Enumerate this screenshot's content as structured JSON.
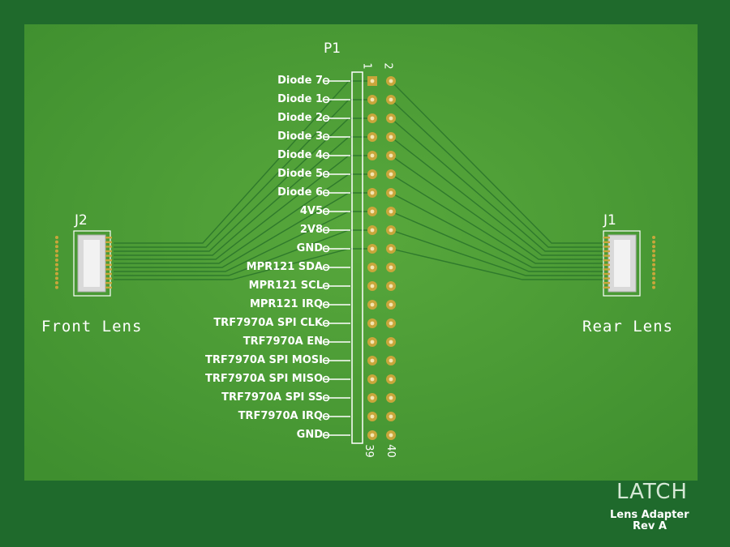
{
  "board": {
    "header_ref": "P1",
    "header_pin_first": "1",
    "header_pin_second": "2",
    "header_pin_last_odd": "39",
    "header_pin_last_even": "40",
    "front_connector_ref": "J2",
    "rear_connector_ref": "J1",
    "front_label": "Front Lens",
    "rear_label": "Rear Lens",
    "logo": "LATCH",
    "product": "Lens Adapter",
    "revision": "Rev A",
    "pin_labels": [
      "Diode 7",
      "Diode 1",
      "Diode 2",
      "Diode 3",
      "Diode 4",
      "Diode 5",
      "Diode 6",
      "4V5",
      "2V8",
      "GND",
      "MPR121 SDA",
      "MPR121 SCL",
      "MPR121 IRQ",
      "TRF7970A SPI CLK",
      "TRF7970A EN",
      "TRF7970A SPI MOSI",
      "TRF7970A SPI MISO",
      "TRF7970A SPI SS",
      "TRF7970A IRQ",
      "GND"
    ],
    "colors": {
      "outer": "#1f6a2c",
      "board": "#4b9b35",
      "trace": "#2f7a2c",
      "pad": "#c9a63b",
      "silkscreen": "#ffffff"
    }
  }
}
